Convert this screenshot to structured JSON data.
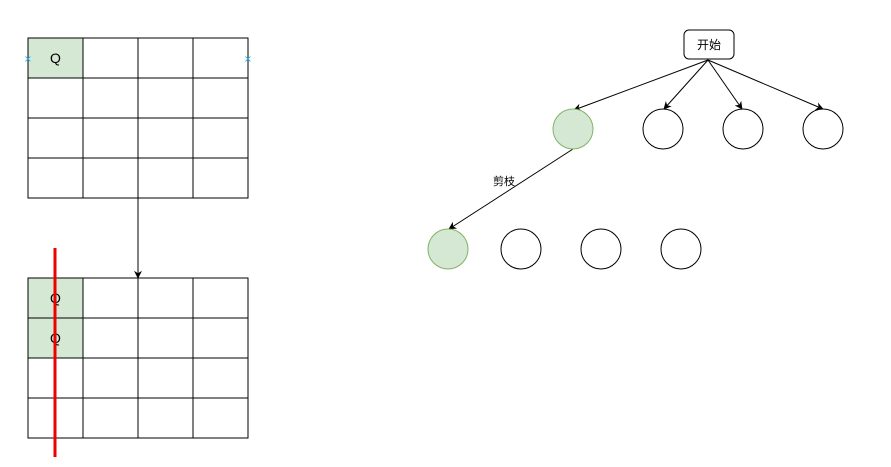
{
  "colors": {
    "queen_fill": "#d5e8d4",
    "queen_stroke": "#82b366",
    "line": "#000000",
    "cut_line": "#ee0000",
    "handle": "#29b6f2"
  },
  "board_top": {
    "rows": 4,
    "cols": 4,
    "queens": [
      {
        "row": 0,
        "col": 0,
        "label": "Q"
      }
    ]
  },
  "board_bottom": {
    "rows": 4,
    "cols": 4,
    "queens": [
      {
        "row": 0,
        "col": 0,
        "label": "Q"
      },
      {
        "row": 1,
        "col": 0,
        "label": "Q"
      }
    ]
  },
  "tree": {
    "root_label": "开始",
    "level1": [
      {
        "highlighted": true
      },
      {
        "highlighted": false
      },
      {
        "highlighted": false
      },
      {
        "highlighted": false
      }
    ],
    "level2": [
      {
        "highlighted": true
      },
      {
        "highlighted": false
      },
      {
        "highlighted": false
      },
      {
        "highlighted": false
      }
    ],
    "prune_label": "剪枝"
  }
}
